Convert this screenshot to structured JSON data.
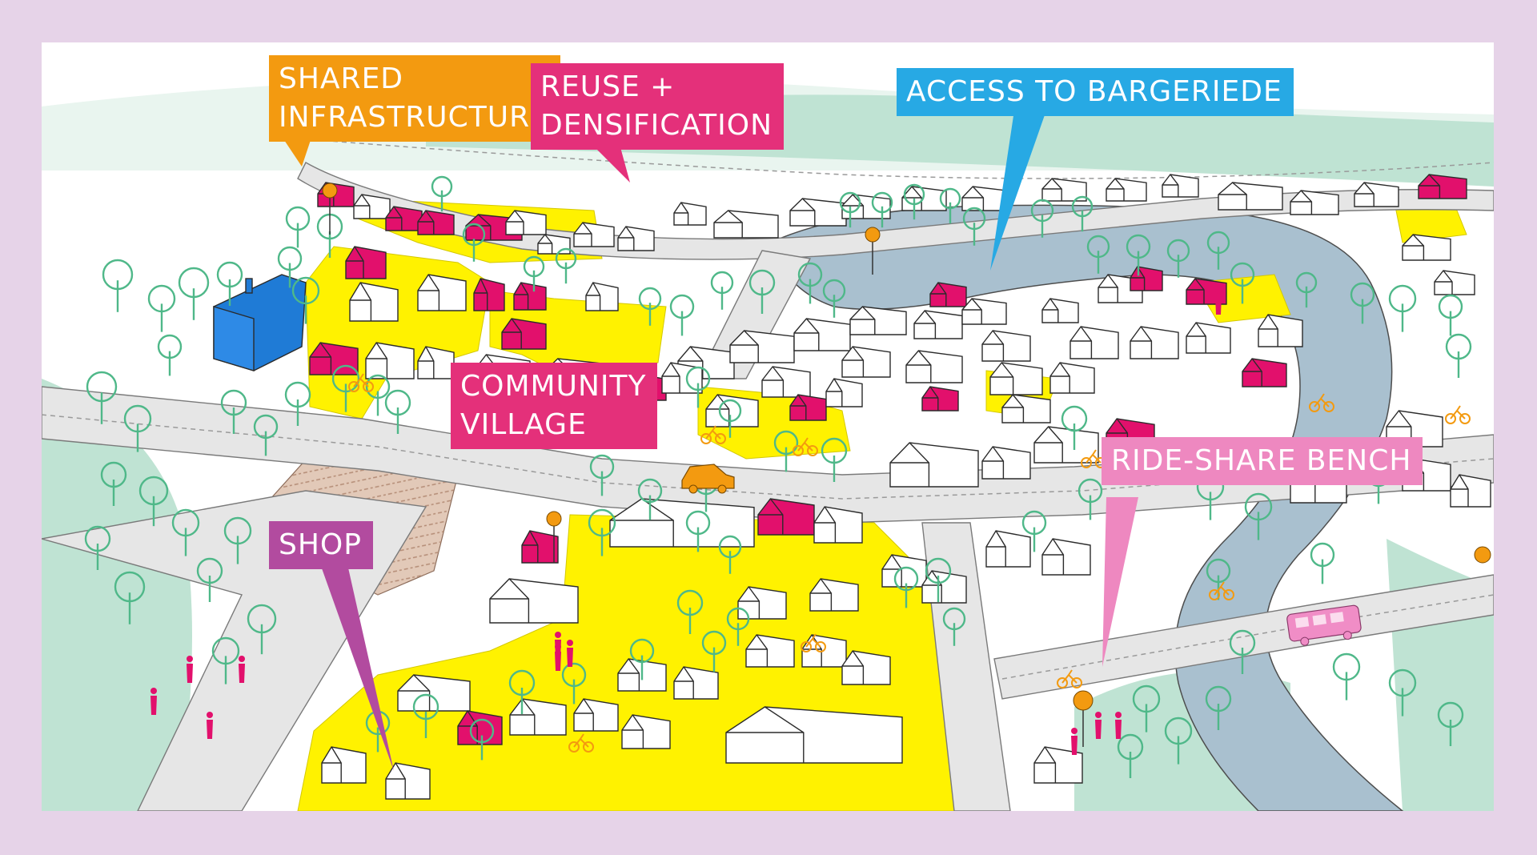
{
  "colors": {
    "page_border": "#e6d3e8",
    "shared_infrastructure": "#f39a10",
    "reuse_densification": "#e4307a",
    "access_to_bargeriede": "#27a9e4",
    "community_village": "#e4307a",
    "ride_share_bench": "#ee88c0",
    "shop": "#b24b9f",
    "yellow_zone": "#fff200",
    "river": "#a9c0cf",
    "green_zone": "#bfe3d3",
    "trees": "#4fb889",
    "field": "#e2c9b8",
    "accent_roofs": "#e2106c",
    "blue_building": "#1f7bd6",
    "car": "#f39a10",
    "bus": "#f08dc6"
  },
  "labels": {
    "shared_infrastructure": {
      "line1": "SHARED",
      "line2": "INFRASTRUCTURE"
    },
    "reuse_densification": {
      "line1": "REUSE +",
      "line2": "DENSIFICATION"
    },
    "access_to_bargeriede": {
      "line1": "ACCESS TO BARGERIEDE"
    },
    "community_village": {
      "line1": "COMMUNITY",
      "line2": "VILLAGE"
    },
    "ride_share_bench": {
      "line1": "RIDE-SHARE  BENCH"
    },
    "shop": {
      "line1": "SHOP"
    }
  },
  "icons": {
    "bike": "bicycle-icon",
    "bus_stop": "bus-stop-icon",
    "car": "car-icon",
    "bus": "bus-icon",
    "person": "person-icon",
    "animal": "farm-animal-icon"
  }
}
